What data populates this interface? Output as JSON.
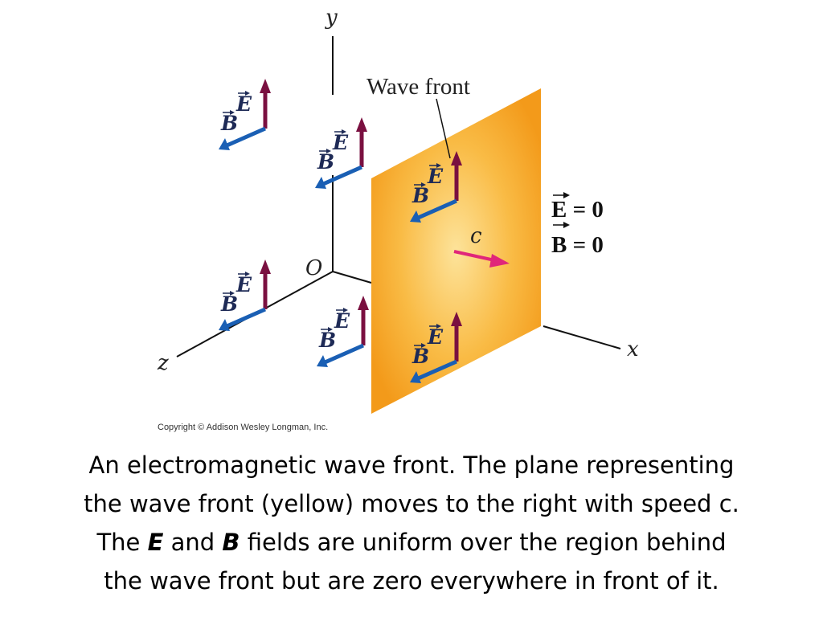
{
  "diagram": {
    "axis_labels": {
      "y": "y",
      "x": "x",
      "z": "z",
      "origin": "O"
    },
    "wave_front_label": "Wave front",
    "speed_label": "c",
    "field_E_label": "E",
    "field_B_label": "B",
    "equation_E": "E = 0",
    "equation_B": "B = 0",
    "copyright": "Copyright © Addison Wesley Longman, Inc.",
    "colors": {
      "wave_front": "#f7a823",
      "E_arrow": "#7a1040",
      "B_arrow": "#1a5fb4",
      "c_arrow": "#e0267a"
    }
  },
  "caption": {
    "line1": "An electromagnetic wave front.  The plane representing",
    "line2": "the wave front (yellow) moves to the right with speed c.",
    "line3_pre": "The",
    "line3_E": "E",
    "line3_mid": "and",
    "line3_B": "B",
    "line3_post": "fields are uniform over the region behind",
    "line4": "the wave front but are zero everywhere in front of it."
  }
}
